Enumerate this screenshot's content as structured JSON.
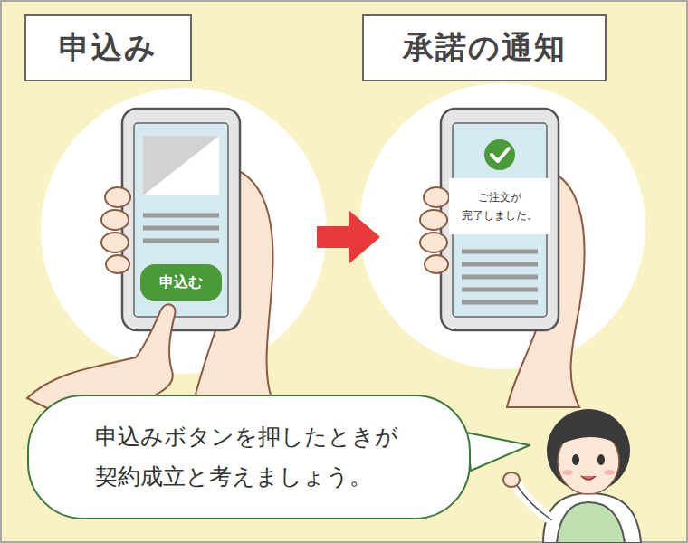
{
  "diagram": {
    "nodes": [
      {
        "text": [
          "申込み"
        ]
      },
      {
        "text": [
          "承諾の通知"
        ]
      },
      {
        "text": [
          "申込む"
        ]
      },
      {
        "text": [
          "ご注文が 完了しました。"
        ]
      },
      {
        "text": [
          "申込みボタンを押したときが 契約成立と考えましょう。"
        ]
      }
    ]
  }
}
